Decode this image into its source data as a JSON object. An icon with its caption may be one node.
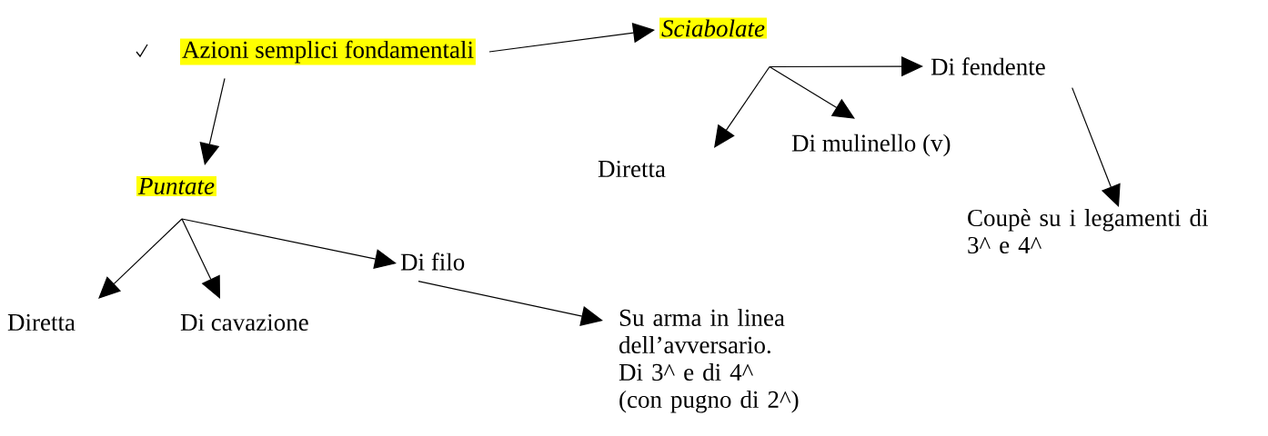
{
  "diagram": {
    "nodes": [
      {
        "text": [
          "Azioni semplici fondamentali"
        ]
      },
      {
        "text": [
          "Sciabolate"
        ]
      },
      {
        "text": [
          "Puntate"
        ]
      },
      {
        "text": [
          "Di fendente"
        ]
      },
      {
        "text": [
          "Di mulinello (v)"
        ]
      },
      {
        "text": [
          "Diretta"
        ]
      },
      {
        "text": [
          "Coupè su i legamenti di 3^ e 4^"
        ]
      },
      {
        "text": [
          "Di filo"
        ]
      },
      {
        "text": [
          "Diretta"
        ]
      },
      {
        "text": [
          "Di cavazione"
        ]
      },
      {
        "text": [
          "Su arma in linea dell’avversario.",
          "Di 3^ e di 4^",
          "(con pugno di 2^)"
        ]
      }
    ],
    "edges": [
      {
        "from": 0,
        "to": 1,
        "arrow": "to"
      },
      {
        "from": 0,
        "to": 2,
        "arrow": "to"
      },
      {
        "from": 1,
        "to": 3,
        "arrow": "to"
      },
      {
        "from": 1,
        "to": 4,
        "arrow": "to"
      },
      {
        "from": 1,
        "to": 5,
        "arrow": "to"
      },
      {
        "from": 3,
        "to": 6,
        "arrow": "to"
      },
      {
        "from": 2,
        "to": 7,
        "arrow": "to"
      },
      {
        "from": 2,
        "to": 8,
        "arrow": "to"
      },
      {
        "from": 2,
        "to": 9,
        "arrow": "to"
      },
      {
        "from": 7,
        "to": 10,
        "arrow": "to"
      }
    ]
  }
}
